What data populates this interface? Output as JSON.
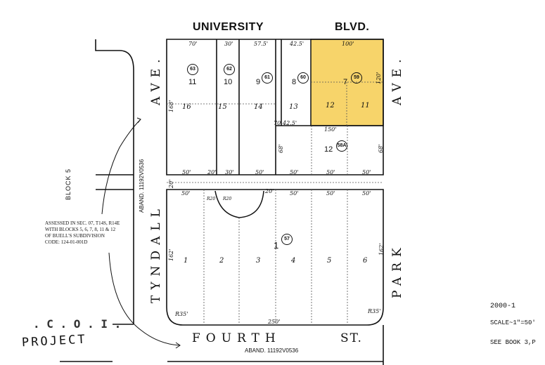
{
  "streets": {
    "university": "UNIVERSITY",
    "blvd": "BLVD.",
    "ave_left": "AVE.",
    "ave_right": "AVE.",
    "tyndall": "TYNDALL",
    "park": "PARK",
    "fourth": "FOURTH",
    "st": "ST."
  },
  "block_label": "BLOCK 5",
  "aband_vertical": "ABAND. 11192V0536",
  "aband_bottom": "ABAND. 11192V0536",
  "dimensions": {
    "d70": "70'",
    "d30a": "30'",
    "d575": "57.5'",
    "d425a": "42.5'",
    "d100": "100'",
    "d120": "120'",
    "d168": "168'",
    "d150": "150'",
    "d425b": "42.5'",
    "d70b": "70'",
    "d68a": "68'",
    "d68b": "68'",
    "b50a": "50'",
    "b20": "20'",
    "b30b": "30'",
    "b50b": "50'",
    "b50c": "50'",
    "b50d": "50'",
    "b50e": "50'",
    "s20": "20'",
    "t50a": "50'",
    "t20": "20'",
    "t50b": "50'",
    "t50c": "50'",
    "t50d": "50'",
    "r20a": "R20",
    "r20b": "R20",
    "d162a": "162'",
    "d162b": "162'",
    "r35a": "R35'",
    "r35b": "R35'",
    "d250": "250'"
  },
  "parcels": {
    "p63": "63",
    "p62": "62",
    "p61": "61",
    "p60": "60",
    "p59": "59",
    "p58a": "58A",
    "p57": "57"
  },
  "lots": {
    "l11": "11",
    "l10": "10",
    "l9": "9",
    "l8": "8",
    "l7": "7",
    "i16": "16",
    "i15": "15",
    "i14": "14",
    "i13": "13",
    "i12": "12",
    "i11": "11",
    "l12": "12",
    "l1": "1",
    "b1": "1",
    "b2": "2",
    "b3": "3",
    "b4": "4",
    "b5": "5",
    "b6": "6"
  },
  "note_lines": [
    "ASSESSED IN SEC. 07, T14S, R14E",
    "WITH BLOCKS 5, 6, 7, 8, 11 & 12",
    "OF BUELL'S SUBDIVISION",
    "CODE: 124-01-001D"
  ],
  "co_text": ". C . O . I .",
  "project_text": "PROJECT",
  "book": {
    "number": "2000-1",
    "scale": "SCALE~1\"=50'",
    "see": "SEE BOOK 3,P"
  },
  "colors": {
    "highlight": "#f7d46a",
    "ink": "#111111"
  }
}
